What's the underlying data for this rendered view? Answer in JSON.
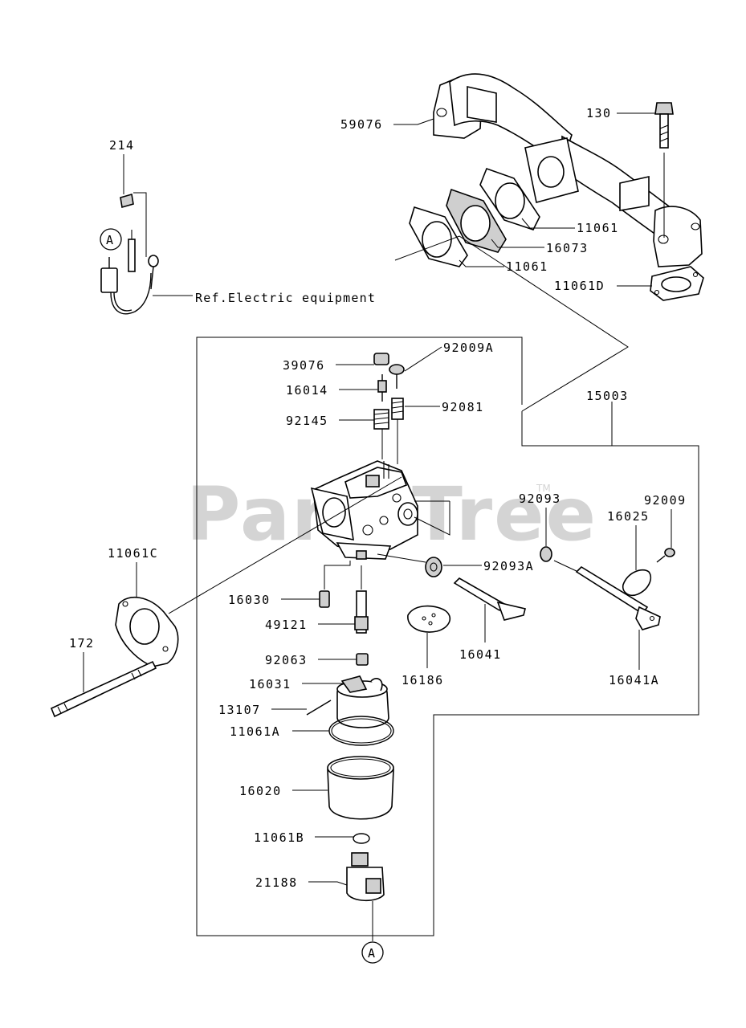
{
  "watermark": {
    "text": "PartsTree",
    "tm": "TM"
  },
  "callout_letter": "A",
  "reference_note": "Ref.Electric equipment",
  "labels": {
    "p59076": "59076",
    "p130": "130",
    "p214": "214",
    "p11061_upper": "11061",
    "p16073": "16073",
    "p11061_lower": "11061",
    "p11061D": "11061D",
    "p39076": "39076",
    "p92009A": "92009A",
    "p16014": "16014",
    "p92081": "92081",
    "p92145": "92145",
    "p15003": "15003",
    "p92093": "92093",
    "p92009": "92009",
    "p16025": "16025",
    "p11061C": "11061C",
    "p92093A": "92093A",
    "p16030": "16030",
    "p49121": "49121",
    "p16041": "16041",
    "p172": "172",
    "p92063": "92063",
    "p16186": "16186",
    "p16041A": "16041A",
    "p16031": "16031",
    "p13107": "13107",
    "p11061A": "11061A",
    "p16020": "16020",
    "p11061B": "11061B",
    "p21188": "21188"
  }
}
